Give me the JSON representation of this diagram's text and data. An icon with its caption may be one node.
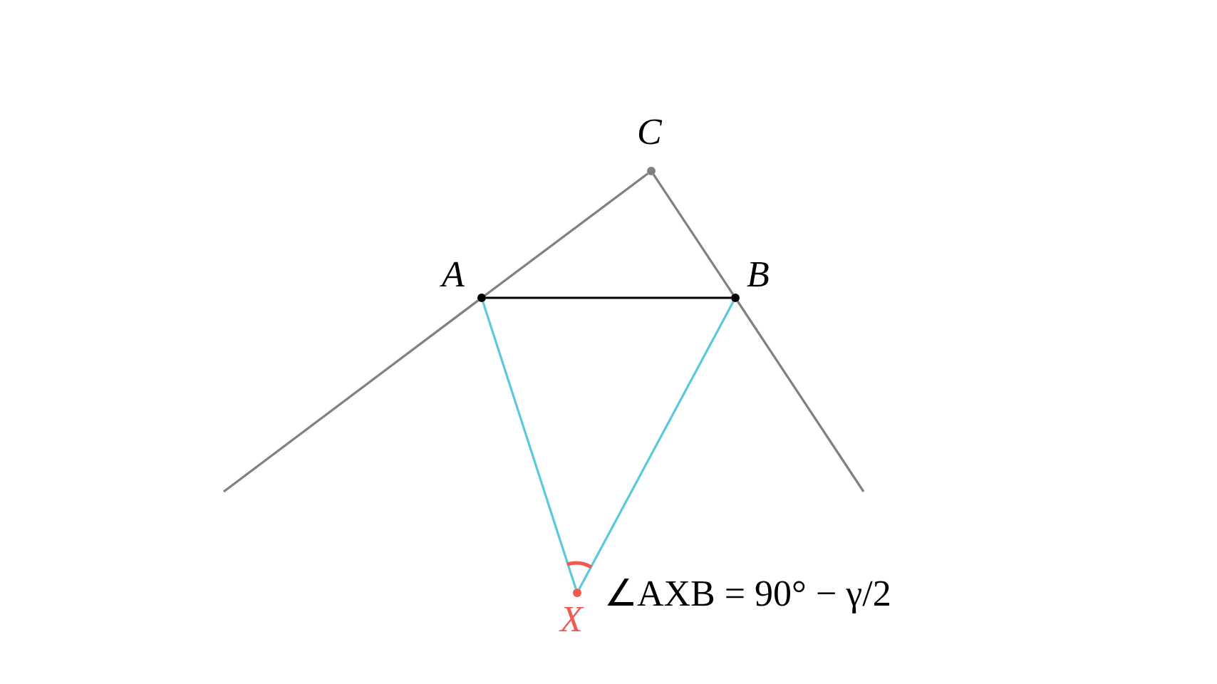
{
  "diagram": {
    "nodes": [
      {
        "text": [],
        "shape": "point",
        "beside": [
          "C"
        ]
      },
      {
        "text": [],
        "shape": "point",
        "beside": [
          "A"
        ]
      },
      {
        "text": [],
        "shape": "point",
        "beside": [
          "B"
        ]
      },
      {
        "text": [],
        "shape": "point",
        "beside": [
          "X"
        ]
      }
    ],
    "edges": [
      {
        "from": 0,
        "to": 1,
        "arrow": "none"
      },
      {
        "from": 1,
        "to": null,
        "arrow": "none"
      },
      {
        "from": 0,
        "to": 2,
        "arrow": "none"
      },
      {
        "from": 2,
        "to": null,
        "arrow": "none"
      },
      {
        "from": 1,
        "to": 2,
        "arrow": "none",
        "color": "#000000"
      },
      {
        "from": 1,
        "to": 3,
        "arrow": "none",
        "color": "#5bc8dc"
      },
      {
        "from": 2,
        "to": 3,
        "arrow": "none",
        "color": "#5bc8dc"
      }
    ],
    "labels": [
      "∠AXB = 90° − γ/2"
    ]
  }
}
